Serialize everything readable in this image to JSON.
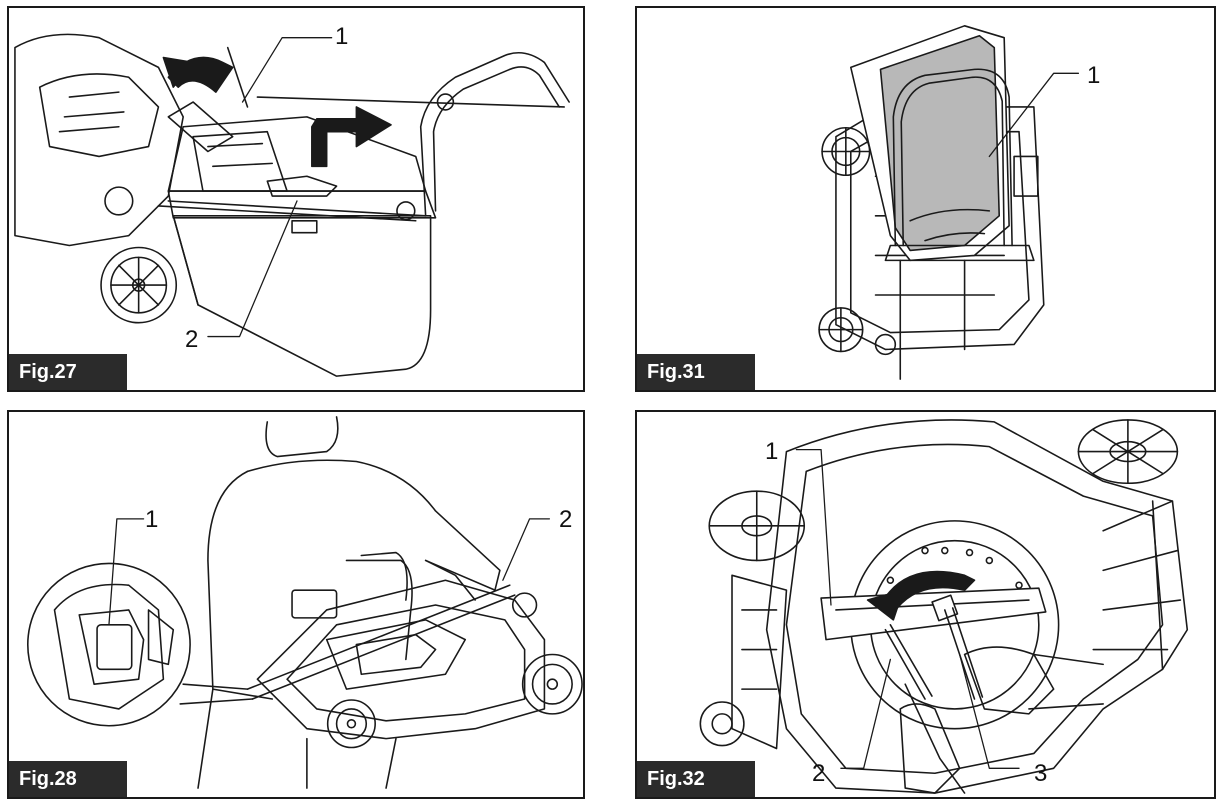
{
  "figures": [
    {
      "id": "fig27",
      "label": "Fig.27",
      "callouts": [
        "1",
        "2"
      ]
    },
    {
      "id": "fig31",
      "label": "Fig.31",
      "callouts": [
        "1"
      ]
    },
    {
      "id": "fig28",
      "label": "Fig.28",
      "callouts": [
        "1",
        "2"
      ]
    },
    {
      "id": "fig32",
      "label": "Fig.32",
      "callouts": [
        "1",
        "2",
        "3"
      ]
    }
  ],
  "colors": {
    "tag_bg": "#2b2b2b",
    "line": "#1a1a1a",
    "fill_gray": "#b8b8b8"
  }
}
